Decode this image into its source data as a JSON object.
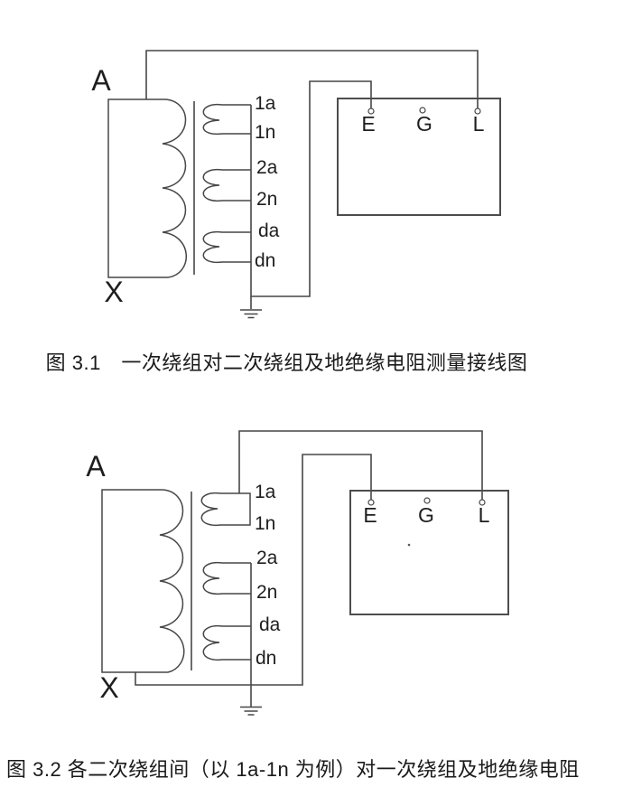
{
  "colors": {
    "background": "#ffffff",
    "line": "#474747",
    "text": "#1e1e1e"
  },
  "figure1": {
    "caption": "图 3.1　一次绕组对二次绕组及地绝缘电阻测量接线图",
    "primary_top": "A",
    "primary_bottom": "X",
    "secondary_terminals": [
      "1a",
      "1n",
      "2a",
      "2n",
      "da",
      "dn"
    ],
    "meter_terminals": [
      "E",
      "G",
      "L"
    ]
  },
  "figure2": {
    "caption": "图 3.2 各二次绕组间（以 1a-1n 为例）对一次绕组及地绝缘电阻",
    "primary_top": "A",
    "primary_bottom": "X",
    "secondary_terminals": [
      "1a",
      "1n",
      "2a",
      "2n",
      "da",
      "dn"
    ],
    "meter_terminals": [
      "E",
      "G",
      "L"
    ]
  }
}
